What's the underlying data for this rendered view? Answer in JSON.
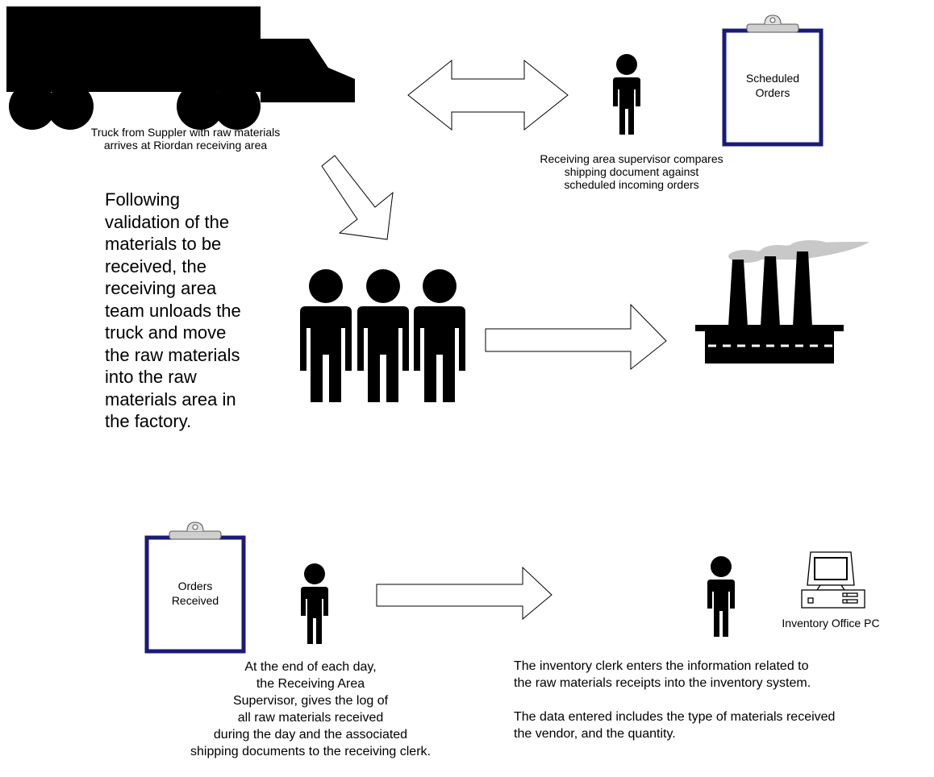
{
  "truck": {
    "caption": "Truck from Suppler with raw materials\narrives at Riordan receiving area"
  },
  "supervisor": {
    "caption": "Receiving area supervisor  compares\nshipping document against\nscheduled incoming orders"
  },
  "clipboard_scheduled": {
    "label": "Scheduled\nOrders"
  },
  "team_text": "Following\nvalidation of the\nmaterials to be\nreceived, the\nreceiving area\nteam unloads the\ntruck and move\nthe raw materials\ninto the raw\nmaterials area in\nthe factory.",
  "clipboard_received": {
    "label": "Orders\nReceived"
  },
  "end_of_day_text": "At the end of each day,\nthe Receiving  Area\nSupervisor, gives the log of\nall raw materials received\nduring the day and the associated\nshipping documents to the receiving  clerk.",
  "pc": {
    "caption": "Inventory Office PC"
  },
  "clerk_text_1": "The inventory clerk enters the   information related to\nthe raw materials receipts into the inventory system.",
  "clerk_text_2": "The data entered includes the type of materials received\nthe vendor, and the quantity.",
  "colors": {
    "clipboard_border": "#1a1a7a",
    "shape_fill": "#000000",
    "smoke": "#c8c8c8",
    "factory_dash": "#ffffff"
  }
}
